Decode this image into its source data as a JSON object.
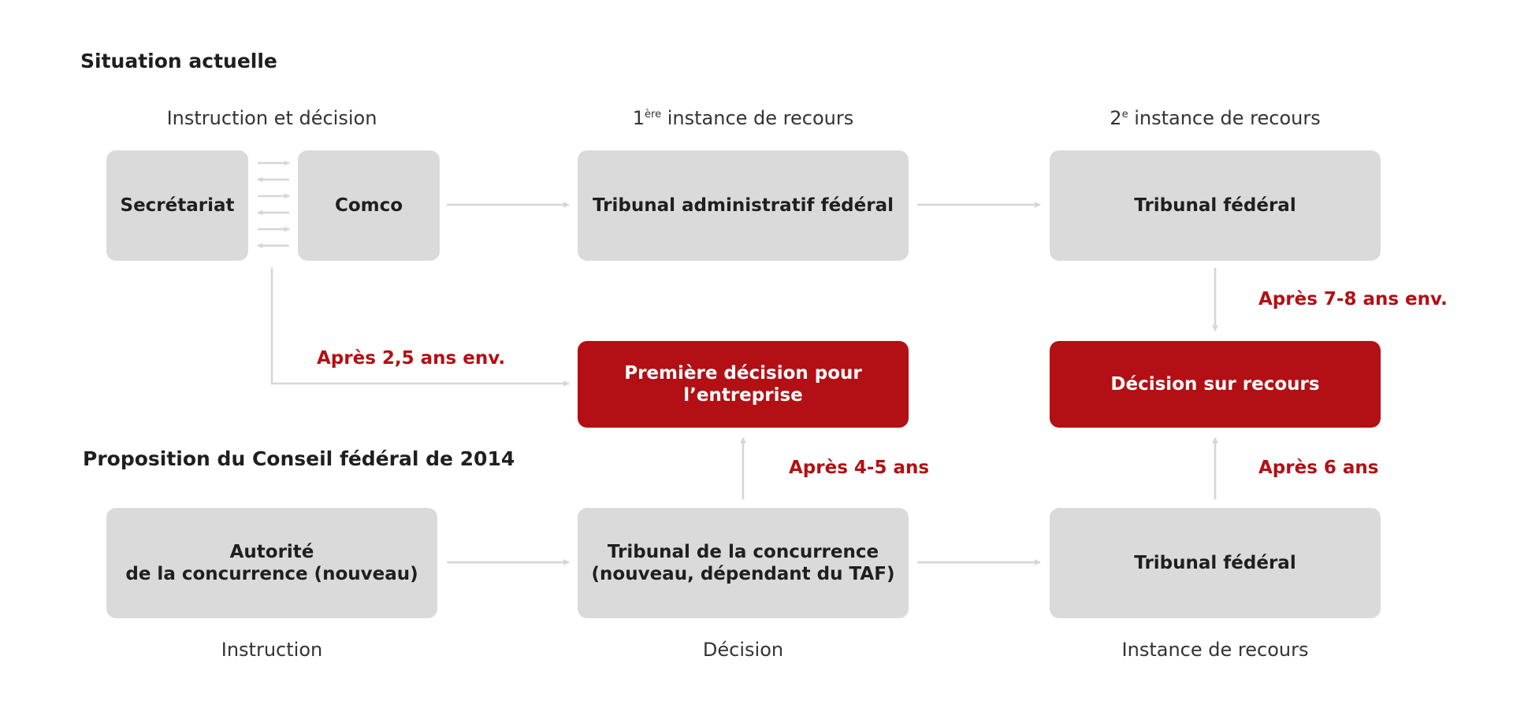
{
  "colors": {
    "box_grey": "#dadada",
    "box_red": "#b21014",
    "arrow_grey": "#d6d6d6",
    "text_dark": "#1f1f1f"
  },
  "sections": {
    "current_title": "Situation actuelle",
    "proposal_title": "Proposition du Conseil fédéral de 2014"
  },
  "columns": {
    "instruction_decision": "Instruction et décision",
    "first_appeal_num": "1",
    "first_appeal_sup": "ère",
    "first_appeal_rest": " instance de recours",
    "second_appeal_num": "2",
    "second_appeal_sup": "e",
    "second_appeal_rest": " instance de recours"
  },
  "current": {
    "secretariat": "Secrétariat",
    "comco": "Comco",
    "taf": "Tribunal administratif fédéral",
    "tf": "Tribunal fédéral"
  },
  "outcomes": {
    "first_decision": "Première décision pour\nl’entreprise",
    "appeal_decision": "Décision sur recours"
  },
  "proposal": {
    "authority": "Autorité\nde la concurrence (nouveau)",
    "competition_tribunal": "Tribunal de la concurrence\n(nouveau, dépendant du TAF)",
    "tf": "Tribunal fédéral"
  },
  "timings": {
    "after_2_5": "Après 2,5 ans env.",
    "after_7_8": "Après 7-8 ans env.",
    "after_4_5": "Après 4-5 ans",
    "after_6": "Après 6 ans"
  },
  "bottom_labels": {
    "instruction": "Instruction",
    "decision": "Décision",
    "appeal": "Instance de recours"
  }
}
